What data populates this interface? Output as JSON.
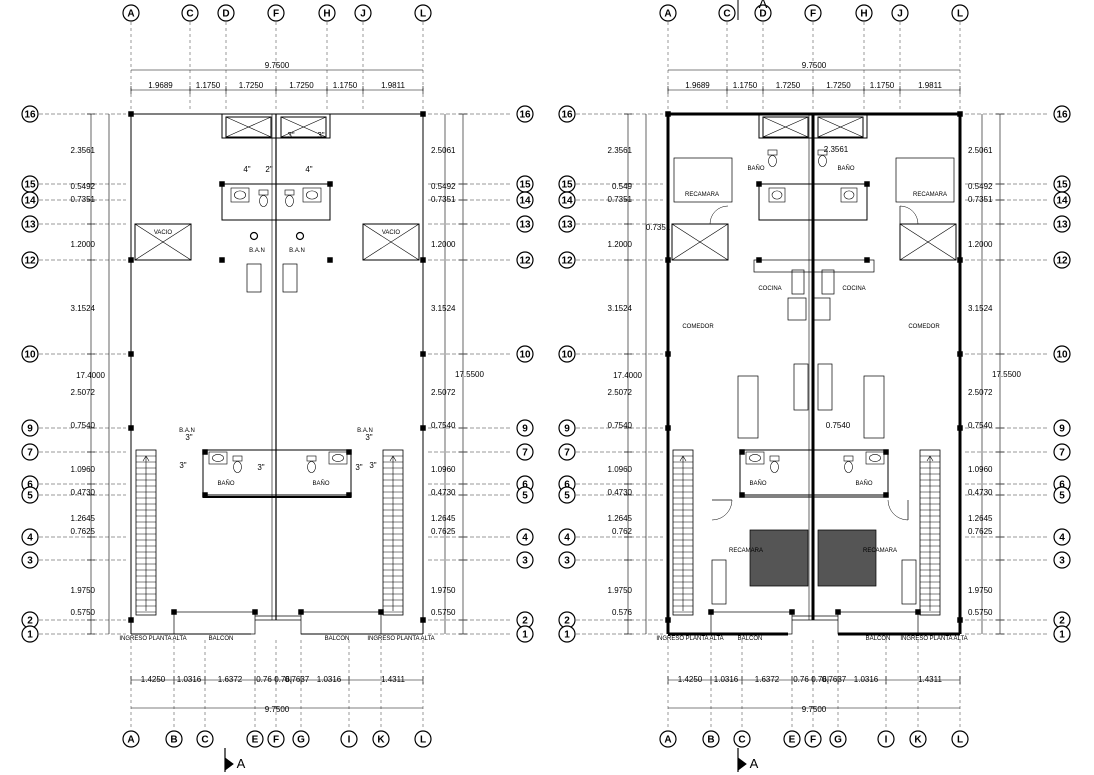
{
  "plans": [
    {
      "id": "left",
      "grid_columns_top": [
        "A",
        "C",
        "D",
        "F",
        "H",
        "J",
        "L"
      ],
      "grid_columns_bottom": [
        "A",
        "B",
        "C",
        "E",
        "F",
        "G",
        "I",
        "K",
        "L"
      ],
      "grid_rows": [
        "16",
        "15",
        "14",
        "13",
        "12",
        "10",
        "9",
        "7",
        "6",
        "5",
        "4",
        "3",
        "2",
        "1"
      ],
      "dims_top_total": "9.7500",
      "dims_top_parts": [
        "1.9689",
        "1.1750",
        "1.7250",
        "1.7250",
        "1.1750",
        "1.9811"
      ],
      "dims_bottom_parts": [
        "1.4250",
        "1.0316",
        "1.6372",
        "0.76",
        "0.76",
        "0.7637",
        "1.0316",
        "1.4311"
      ],
      "dims_bottom_total": "9.7500",
      "dims_left": [
        "2.3561",
        "0.5492",
        "0.7351",
        "1.2000",
        "3.1524",
        "2.5072",
        "0.7540",
        "1.0960",
        "0.4730",
        "1.2645",
        "0.7625",
        "1.9750",
        "0.5750"
      ],
      "dims_left_total": "17.4000",
      "dims_right": [
        "2.5061",
        "0.5492",
        "0.7351",
        "1.2000",
        "3.1524",
        "2.5072",
        "0.7540",
        "1.0960",
        "0.4730",
        "1.2645",
        "0.7625",
        "1.9750",
        "0.5750"
      ],
      "dims_right_total": "17.5500",
      "rooms": [
        "VACIO",
        "VACIO",
        "B.A.N",
        "B.A.N",
        "B.A.N",
        "B.A.N",
        "BAÑO",
        "BAÑO",
        "INGRESO PLANTA ALTA",
        "BALCON",
        "BALCON",
        "INGRESO PLANTA ALTA"
      ],
      "slopes": [
        "3\"",
        "3\"",
        "4\"",
        "4\"",
        "2\"",
        "3\"",
        "3\"",
        "3\"",
        "3\"",
        "3\"",
        "3\""
      ],
      "section_marker": "A"
    },
    {
      "id": "right",
      "grid_columns_top": [
        "A",
        "C",
        "D",
        "F",
        "H",
        "J",
        "L"
      ],
      "grid_columns_bottom": [
        "A",
        "B",
        "C",
        "E",
        "F",
        "G",
        "I",
        "K",
        "L"
      ],
      "grid_rows": [
        "16",
        "15",
        "14",
        "13",
        "12",
        "10",
        "9",
        "7",
        "6",
        "5",
        "4",
        "3",
        "2",
        "1"
      ],
      "dims_top_total": "9.7500",
      "dims_top_parts": [
        "1.9689",
        "1.1750",
        "1.7250",
        "1.7250",
        "1.1750",
        "1.9811"
      ],
      "dims_bottom_parts": [
        "1.4250",
        "1.0316",
        "1.6372",
        "0.76",
        "0.76",
        "0.7637",
        "1.0316",
        "1.4311"
      ],
      "dims_bottom_total": "9.7500",
      "dims_left": [
        "2.3561",
        "0.549",
        "0.7351",
        "1.2000",
        "3.1524",
        "2.5072",
        "0.7540",
        "1.0960",
        "0.4730",
        "1.2645",
        "0.762",
        "1.9750",
        "0.576"
      ],
      "dims_left_total": "17.4000",
      "dims_right": [
        "2.5061",
        "0.5492",
        "0.7351",
        "1.2000",
        "3.1524",
        "2.5072",
        "0.7540",
        "1.0960",
        "0.4730",
        "1.2645",
        "0.7625",
        "1.9750",
        "0.5750"
      ],
      "dims_right_total": "17.5500",
      "rooms": [
        "RECAMARA",
        "BAÑO",
        "BAÑO",
        "RECAMARA",
        "COCINA",
        "COCINA",
        "COMEDOR",
        "COMEDOR",
        "BAÑO",
        "BAÑO",
        "RECAMARA",
        "RECAMARA",
        "INGRESO PLANTA ALTA",
        "BALCON",
        "BALCON",
        "INGRESO PLANTA ALTA"
      ],
      "inner_dims": [
        "2.3561",
        "0.7351",
        "0.7540"
      ],
      "section_marker": "A"
    }
  ],
  "colors": {
    "line": "#000000",
    "background": "#ffffff"
  }
}
